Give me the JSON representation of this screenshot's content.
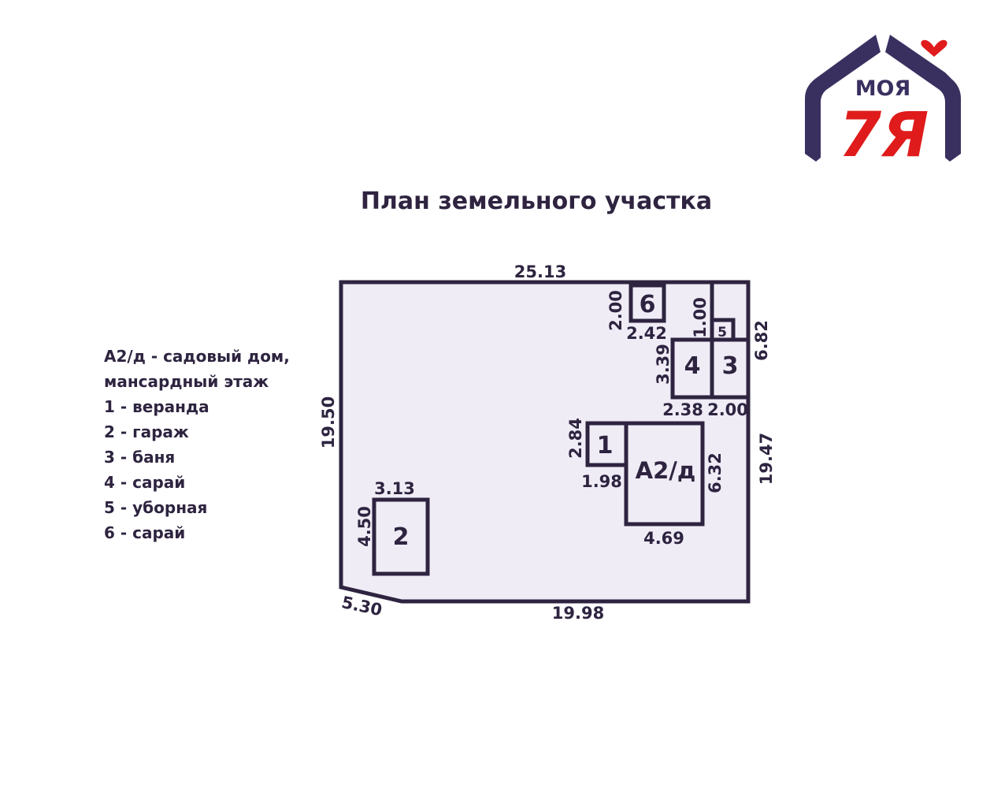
{
  "logo": {
    "text_top": "МОЯ",
    "text_main": "7Я",
    "color_primary": "#3a3060",
    "color_accent": "#e01b1b"
  },
  "title": "План земельного участка",
  "legend": [
    "А2/д - садовый дом,",
    "мансардный этаж",
    "1 - веранда",
    "2 - гараж",
    "3 - баня",
    "4 - сарай",
    "5 - уборная",
    "6 - сарай"
  ],
  "plan": {
    "colors": {
      "line": "#2e2440",
      "fill": "#efecf6"
    },
    "plot_dims": {
      "top": "25.13",
      "left": "19.50",
      "right_upper": "6.82",
      "right_lower": "19.47",
      "bottom": "19.98",
      "bottom_left": "5.30"
    },
    "buildings": {
      "house": {
        "label": "А2/д",
        "width": "4.69",
        "height": "6.32"
      },
      "b1": {
        "label": "1",
        "width": "1.98",
        "height": "2.84"
      },
      "b2": {
        "label": "2",
        "width": "3.13",
        "height": "4.50"
      },
      "b3": {
        "label": "3",
        "width": "2.00"
      },
      "b4": {
        "label": "4",
        "width": "2.38",
        "height": "3.39"
      },
      "b5": {
        "label": "5",
        "height": "1.00"
      },
      "b6": {
        "label": "6",
        "width": "2.42",
        "height": "2.00"
      }
    }
  }
}
